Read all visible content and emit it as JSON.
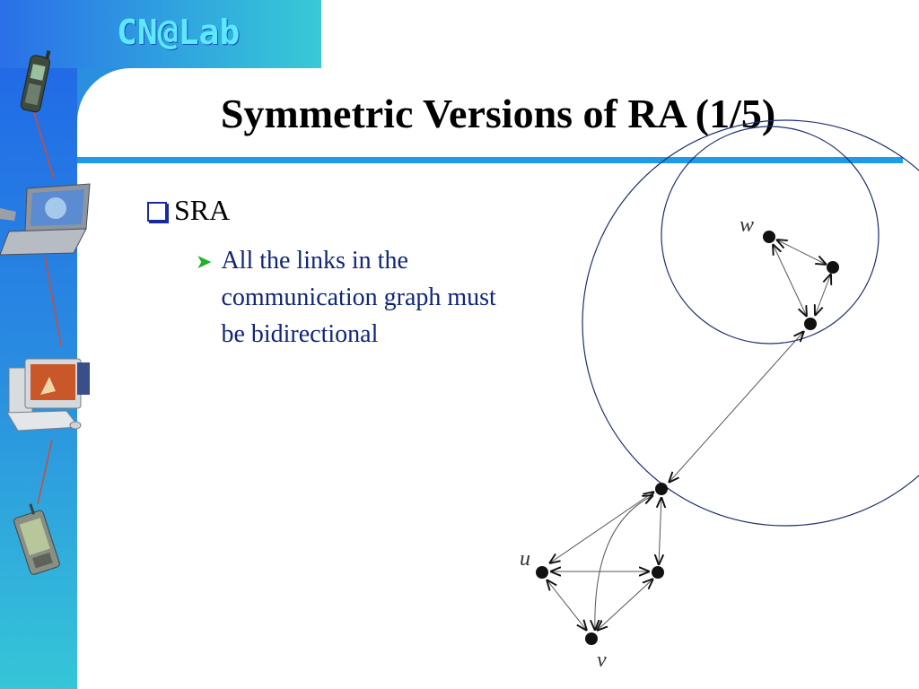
{
  "header": {
    "logo_text": "CN@Lab"
  },
  "slide": {
    "title": "Symmetric Versions of RA (1/5)",
    "bullet_level1": "SRA",
    "bullet_level2": "All the links in the communication graph must be bidirectional"
  },
  "diagram": {
    "node_labels": {
      "w": "w",
      "u": "u",
      "v": "v"
    }
  },
  "colors": {
    "accent_blue": "#1e9be8",
    "sidebar_top": "#1f63e8",
    "sidebar_bottom": "#35c6d8",
    "logo": "#5ee8ff",
    "text_blue": "#11257a",
    "arrow_green": "#22b02a",
    "circle_stroke": "#1b2f6e"
  },
  "icons": [
    "mobile-phone-icon",
    "laptop-icon",
    "desktop-computer-icon",
    "pda-icon",
    "checkbox-bullet-icon",
    "arrow-bullet-icon"
  ]
}
